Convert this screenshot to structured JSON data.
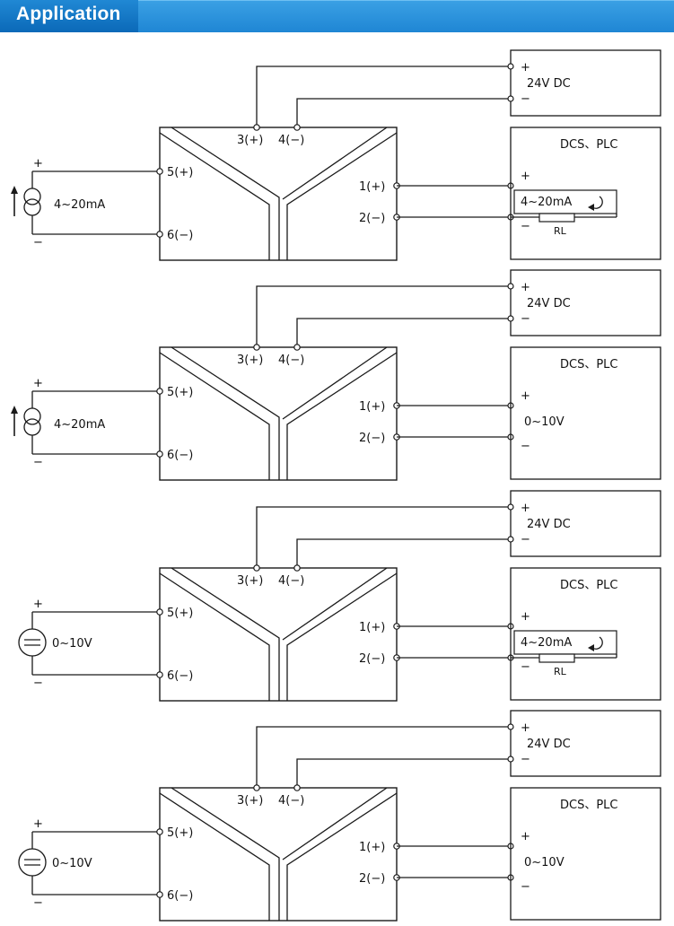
{
  "header": {
    "title": "Application",
    "accent_color": "#1f86d4"
  },
  "labels": {
    "supply": "24V DC",
    "receiver": "DCS、PLC",
    "plus": "+",
    "minus": "−",
    "terminal_3": "3(+)",
    "terminal_4": "4(−)",
    "terminal_5": "5(+)",
    "terminal_6": "6(−)",
    "terminal_1": "1(+)",
    "terminal_2": "2(−)",
    "load_resistor": "RL"
  },
  "diagrams": [
    {
      "input_type": "current",
      "input_label": "4~20mA",
      "output_type": "current",
      "output_label": "4~20mA"
    },
    {
      "input_type": "current",
      "input_label": "4~20mA",
      "output_type": "voltage",
      "output_label": "0~10V"
    },
    {
      "input_type": "voltage",
      "input_label": "0~10V",
      "output_type": "current",
      "output_label": "4~20mA"
    },
    {
      "input_type": "voltage",
      "input_label": "0~10V",
      "output_type": "voltage",
      "output_label": "0~10V"
    }
  ],
  "icons": {
    "current_source": "current-source-icon",
    "voltage_source": "voltage-source-icon",
    "loop_arrow": "loop-arrow-icon"
  }
}
